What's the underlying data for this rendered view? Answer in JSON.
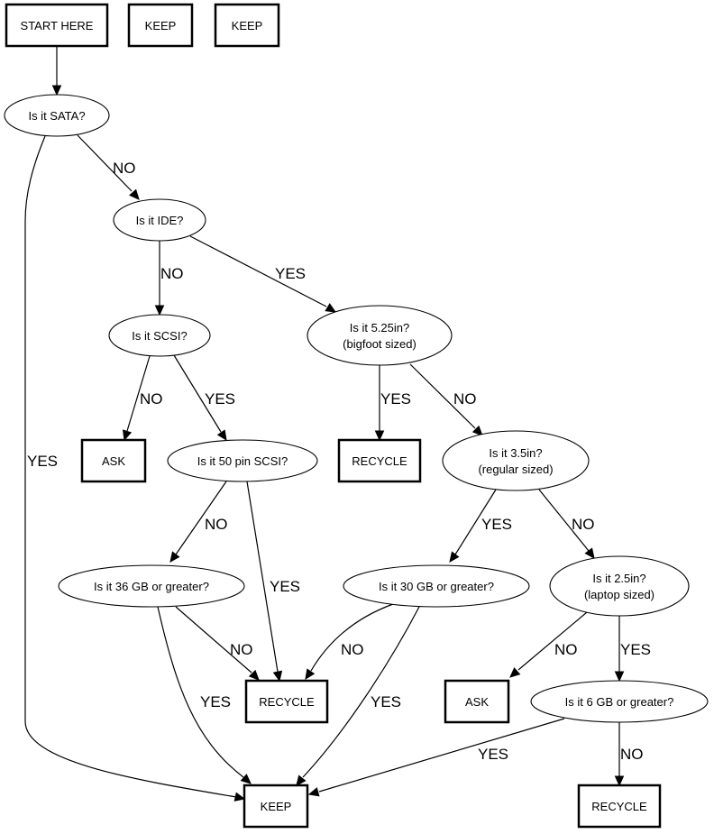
{
  "diagram": {
    "type": "flowchart",
    "nodes": [
      {
        "id": "start",
        "shape": "box",
        "lines": [
          "START HERE"
        ]
      },
      {
        "id": "keep_top1",
        "shape": "box",
        "lines": [
          "KEEP"
        ]
      },
      {
        "id": "keep_top2",
        "shape": "box",
        "lines": [
          "KEEP"
        ]
      },
      {
        "id": "sata",
        "shape": "ellipse",
        "lines": [
          "Is it SATA?"
        ]
      },
      {
        "id": "ide",
        "shape": "ellipse",
        "lines": [
          "Is it IDE?"
        ]
      },
      {
        "id": "scsi",
        "shape": "ellipse",
        "lines": [
          "Is it SCSI?"
        ]
      },
      {
        "id": "in525",
        "shape": "ellipse",
        "lines": [
          "Is it 5.25in?",
          "(bigfoot sized)"
        ]
      },
      {
        "id": "ask1",
        "shape": "box",
        "lines": [
          "ASK"
        ]
      },
      {
        "id": "scsi50",
        "shape": "ellipse",
        "lines": [
          "Is it 50 pin SCSI?"
        ]
      },
      {
        "id": "recycle1",
        "shape": "box",
        "lines": [
          "RECYCLE"
        ]
      },
      {
        "id": "in35",
        "shape": "ellipse",
        "lines": [
          "Is it 3.5in?",
          "(regular sized)"
        ]
      },
      {
        "id": "gb36",
        "shape": "ellipse",
        "lines": [
          "Is it 36 GB or greater?"
        ]
      },
      {
        "id": "gb30",
        "shape": "ellipse",
        "lines": [
          "Is it 30 GB or greater?"
        ]
      },
      {
        "id": "in25",
        "shape": "ellipse",
        "lines": [
          "Is it 2.5in?",
          "(laptop sized)"
        ]
      },
      {
        "id": "recycle2",
        "shape": "box",
        "lines": [
          "RECYCLE"
        ]
      },
      {
        "id": "ask2",
        "shape": "box",
        "lines": [
          "ASK"
        ]
      },
      {
        "id": "gb6",
        "shape": "ellipse",
        "lines": [
          "Is it 6 GB or greater?"
        ]
      },
      {
        "id": "keep",
        "shape": "box",
        "lines": [
          "KEEP"
        ]
      },
      {
        "id": "recycle3",
        "shape": "box",
        "lines": [
          "RECYCLE"
        ]
      }
    ],
    "edges": [
      {
        "from": "start",
        "to": "sata",
        "label": ""
      },
      {
        "from": "sata",
        "to": "ide",
        "label": "NO"
      },
      {
        "from": "sata",
        "to": "keep",
        "label": "YES"
      },
      {
        "from": "ide",
        "to": "scsi",
        "label": "NO"
      },
      {
        "from": "ide",
        "to": "in525",
        "label": "YES"
      },
      {
        "from": "scsi",
        "to": "ask1",
        "label": "NO"
      },
      {
        "from": "scsi",
        "to": "scsi50",
        "label": "YES"
      },
      {
        "from": "in525",
        "to": "recycle1",
        "label": "YES"
      },
      {
        "from": "in525",
        "to": "in35",
        "label": "NO"
      },
      {
        "from": "scsi50",
        "to": "gb36",
        "label": "NO"
      },
      {
        "from": "scsi50",
        "to": "recycle2",
        "label": "YES"
      },
      {
        "from": "in35",
        "to": "gb30",
        "label": "YES"
      },
      {
        "from": "in35",
        "to": "in25",
        "label": "NO"
      },
      {
        "from": "gb36",
        "to": "recycle2",
        "label": "NO"
      },
      {
        "from": "gb36",
        "to": "keep",
        "label": "YES"
      },
      {
        "from": "gb30",
        "to": "recycle2",
        "label": "NO"
      },
      {
        "from": "gb30",
        "to": "keep",
        "label": "YES"
      },
      {
        "from": "in25",
        "to": "ask2",
        "label": "NO"
      },
      {
        "from": "in25",
        "to": "gb6",
        "label": "YES"
      },
      {
        "from": "gb6",
        "to": "keep",
        "label": "YES"
      },
      {
        "from": "gb6",
        "to": "recycle3",
        "label": "NO"
      }
    ]
  }
}
